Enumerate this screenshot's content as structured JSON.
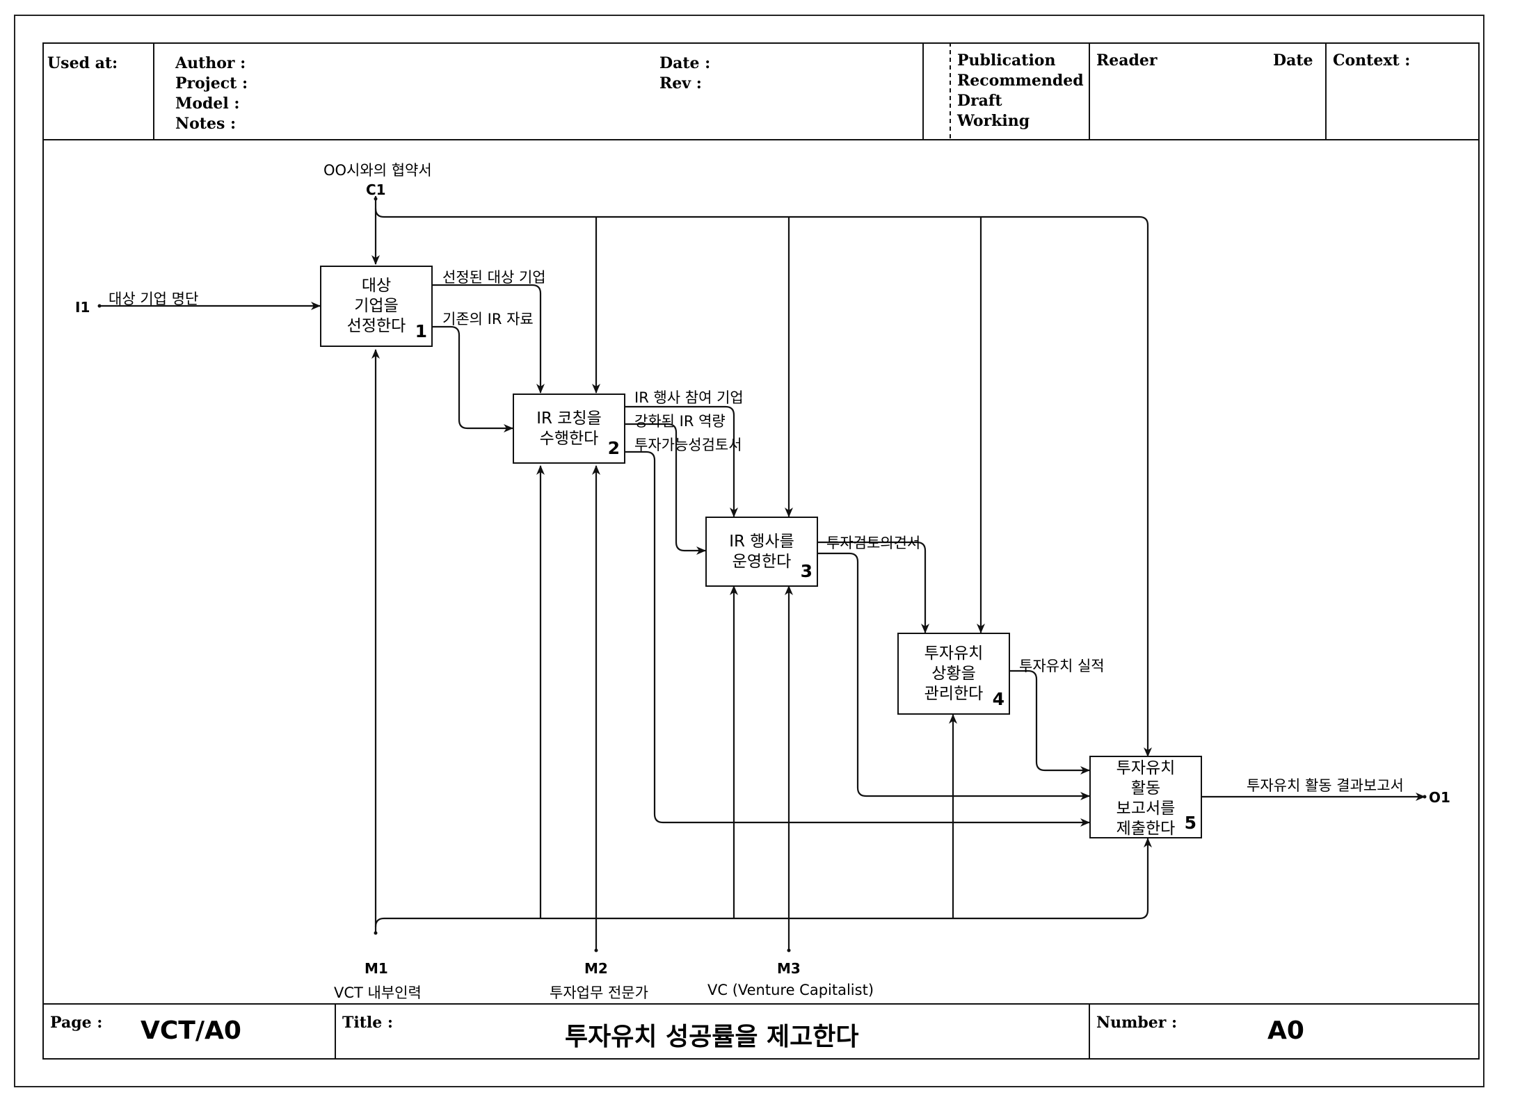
{
  "header": {
    "used_at": "Used at:",
    "author": "Author :",
    "project": "Project :",
    "model": "Model :",
    "notes": "Notes :",
    "date": "Date :",
    "rev": "Rev :",
    "status": [
      "Publication",
      "Recommended",
      "Draft",
      "Working"
    ],
    "reader": "Reader",
    "reader_date": "Date",
    "context": "Context :"
  },
  "boxes": [
    {
      "text": "대상\n기업을\n선정한다",
      "num": "1"
    },
    {
      "text": "IR 코칭을\n수행한다",
      "num": "2"
    },
    {
      "text": "IR 행사를\n운영한다",
      "num": "3"
    },
    {
      "text": "투자유치\n상황을\n관리한다",
      "num": "4"
    },
    {
      "text": "투자유치\n활동\n보고서를\n제출한다",
      "num": "5"
    }
  ],
  "icom": {
    "c1": {
      "code": "C1",
      "label": "OO시와의 협약서"
    },
    "i1": {
      "code": "I1",
      "label": "대상 기업 명단"
    },
    "o1": {
      "code": "O1",
      "label": "투자유치 활동 결과보고서"
    },
    "m1": {
      "code": "M1",
      "label": "VCT 내부인력"
    },
    "m2": {
      "code": "M2",
      "label": "투자업무 전문가"
    },
    "m3": {
      "code": "M3",
      "label": "VC (Venture Capitalist)"
    }
  },
  "arrow_labels": {
    "selected_companies": "선정된 대상 기업",
    "existing_ir": "기존의 IR 자료",
    "ir_participants": "IR 행사 참여 기업",
    "enhanced_ir": "강화된 IR 역량",
    "feasibility": "투자가능성검토서",
    "review_opinion": "투자검토의견서",
    "results": "투자유치 실적"
  },
  "footer": {
    "page_label": "Page :",
    "page_value": "VCT/A0",
    "title_label": "Title :",
    "title_value": "투자유치 성공률을 제고한다",
    "number_label": "Number :",
    "number_value": "A0"
  }
}
